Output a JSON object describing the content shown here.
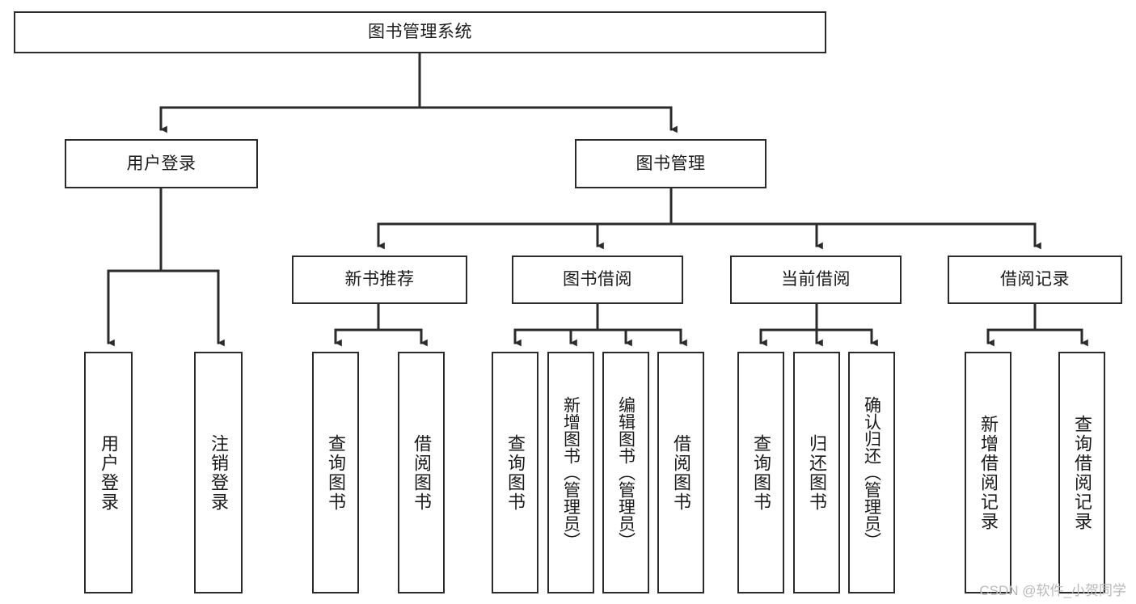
{
  "diagram": {
    "type": "tree-hierarchy-chart",
    "title": "图书管理系统",
    "orientation": "top-down",
    "line_color": "#2b2b2b",
    "box_fill": "#ffffff",
    "text_color": "#1a1a1a",
    "root": {
      "label": "图书管理系统",
      "children": [
        {
          "label": "用户登录",
          "children": [
            {
              "label": "用户登录"
            },
            {
              "label": "注销登录"
            }
          ]
        },
        {
          "label": "图书管理",
          "children": [
            {
              "label": "新书推荐",
              "children": [
                {
                  "label": "查询图书"
                },
                {
                  "label": "借阅图书"
                }
              ]
            },
            {
              "label": "图书借阅",
              "children": [
                {
                  "label": "查询图书"
                },
                {
                  "label": "新增图书（管理员）"
                },
                {
                  "label": "编辑图书（管理员）"
                },
                {
                  "label": "借阅图书"
                }
              ]
            },
            {
              "label": "当前借阅",
              "children": [
                {
                  "label": "查询图书"
                },
                {
                  "label": "归还图书"
                },
                {
                  "label": "确认归还（管理员）"
                }
              ]
            },
            {
              "label": "借阅记录",
              "children": [
                {
                  "label": "新增借阅记录"
                },
                {
                  "label": "查询借阅记录"
                }
              ]
            }
          ]
        }
      ]
    },
    "nodes": {
      "root": "图书管理系统",
      "l1_user_login": "用户登录",
      "l1_book_manage": "图书管理",
      "l2_new_book_rec": "新书推荐",
      "l2_book_borrow": "图书借阅",
      "l2_current_borrow": "当前借阅",
      "l2_borrow_record": "借阅记录",
      "leaf_user_login": "用户登录",
      "leaf_logout": "注销登录",
      "leaf_rec_query_book": "查询图书",
      "leaf_rec_borrow_book": "借阅图书",
      "leaf_bor_query_book": "查询图书",
      "leaf_bor_add_book": "新增图书（管理员）",
      "leaf_bor_edit_book": "编辑图书（管理员）",
      "leaf_bor_borrow_book": "借阅图书",
      "leaf_cur_query_book": "查询图书",
      "leaf_cur_return_book": "归还图书",
      "leaf_cur_confirm_return": "确认归还（管理员）",
      "leaf_rec_add_record": "新增借阅记录",
      "leaf_rec_query_record": "查询借阅记录"
    }
  },
  "watermark": {
    "text": "CSDN @软件_小贺同学"
  }
}
